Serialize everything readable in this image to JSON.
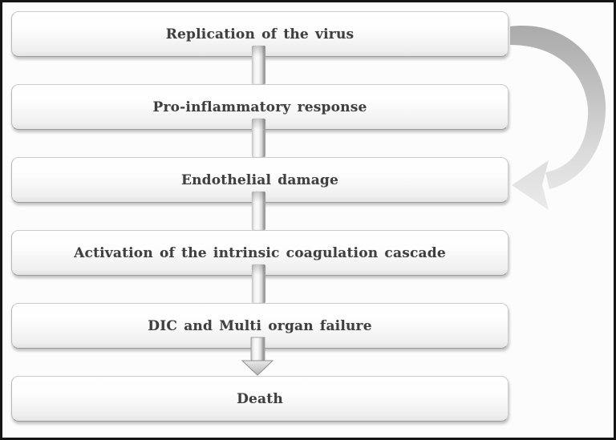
{
  "diagram": {
    "type": "flowchart",
    "direction": "top-down",
    "description": "Sequential pathogenesis cascade with a curved feedback arrow from the first step to the third step",
    "nodes": [
      {
        "id": "n1",
        "label": "Replication of the virus"
      },
      {
        "id": "n2",
        "label": "Pro-inflammatory response"
      },
      {
        "id": "n3",
        "label": "Endothelial damage"
      },
      {
        "id": "n4",
        "label": "Activation of the intrinsic coagulation cascade"
      },
      {
        "id": "n5",
        "label": "DIC and Multi organ failure"
      },
      {
        "id": "n6",
        "label": "Death"
      }
    ],
    "edges": [
      {
        "from": "n1",
        "to": "n2",
        "style": "vertical-bar"
      },
      {
        "from": "n2",
        "to": "n3",
        "style": "vertical-bar"
      },
      {
        "from": "n3",
        "to": "n4",
        "style": "vertical-bar"
      },
      {
        "from": "n4",
        "to": "n5",
        "style": "vertical-bar"
      },
      {
        "from": "n5",
        "to": "n6",
        "style": "down-arrow"
      },
      {
        "from": "n1",
        "to": "n3",
        "style": "curved-arrow-right-side"
      }
    ],
    "colors": {
      "background": "#fcfcfc",
      "frame_border": "#151515",
      "box_fill_top": "#ffffff",
      "box_fill_bottom": "#e3e3e3",
      "box_border": "#cbcbcb",
      "text": "#3f3f3f",
      "bar_dark_edge": "#8f8f8f",
      "bar_highlight": "#fbfbfb",
      "curved_arrow_top": "#a9a9a9",
      "curved_arrow_bottom": "#eaeaea"
    }
  }
}
